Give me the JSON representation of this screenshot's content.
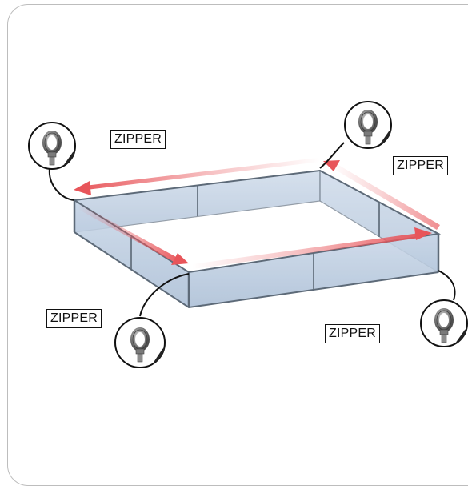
{
  "labels": {
    "zipper_top_left": "ZIPPER",
    "zipper_top_right": "ZIPPER",
    "zipper_bottom_left": "ZIPPER",
    "zipper_bottom_right": "ZIPPER"
  },
  "colors": {
    "panel_fill": "#b9cbe0",
    "frame_edge": "#6f7c8a",
    "arrow": "#e8555a",
    "callout_line": "#111111",
    "callout_circle": "#ffffff",
    "eyebolt": "#8a8a8a"
  },
  "icons": [
    "eye-bolt-icon"
  ]
}
